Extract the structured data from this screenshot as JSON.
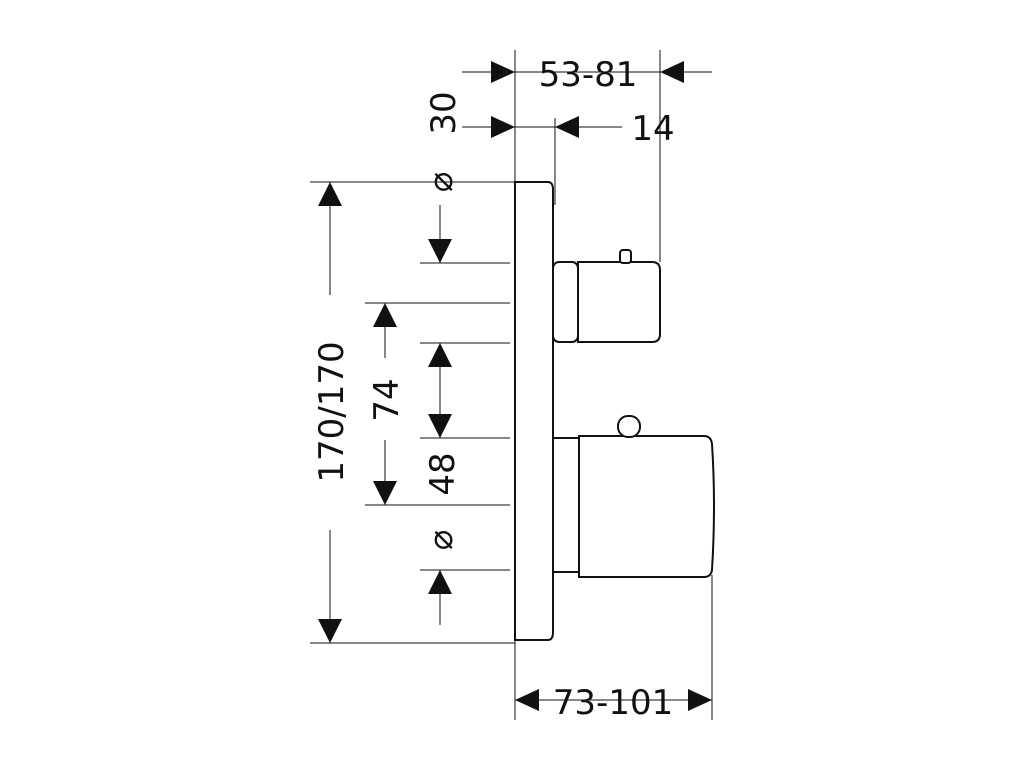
{
  "diagram": {
    "dimensions": {
      "top_width": "53-81",
      "plate_depth": "30",
      "knob_depth": "14",
      "plate_height": "170/170",
      "spacing": "74",
      "lower_knob": "48",
      "bottom_width": "73-101"
    },
    "diameter_symbol": "⌀"
  }
}
